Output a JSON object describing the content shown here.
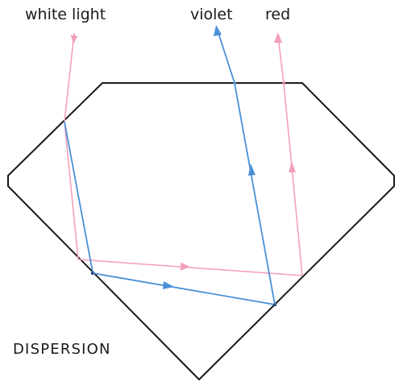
{
  "labels": {
    "white_light": "white light",
    "violet": "violet",
    "red": "red",
    "title": "DISPERSION"
  },
  "colors": {
    "outline": "#1a1a1a",
    "red_ray": "#f2a1b8",
    "violet_ray": "#4a90d9",
    "background": "#ffffff"
  },
  "rays": [
    {
      "name": "white light (incident)",
      "color": "red_ray"
    },
    {
      "name": "red",
      "color": "red_ray"
    },
    {
      "name": "violet",
      "color": "violet_ray"
    }
  ]
}
